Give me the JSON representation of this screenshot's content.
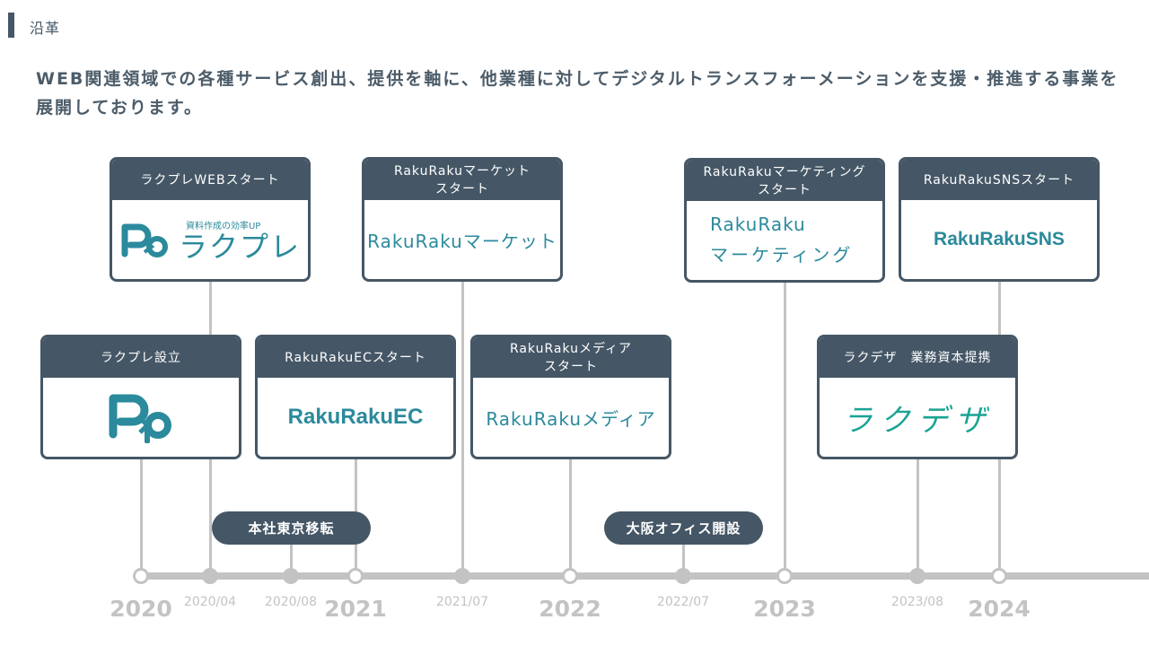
{
  "section": {
    "title": "沿革"
  },
  "lead": "WEB関連領域での各種サービス創出、提供を軸に、他業種に対してデジタルトランスフォーメーションを支援・推進する事業を展開しております。",
  "colors": {
    "primary": "#455766",
    "accent": "#2b8a9c",
    "timeline": "#c3c3c3",
    "rakudeza": "#1aa394"
  },
  "timeline": {
    "years": [
      "2020",
      "2021",
      "2022",
      "2023",
      "2024"
    ],
    "months": [
      "2020/04",
      "2020/08",
      "2021/07",
      "2022/07",
      "2023/08"
    ]
  },
  "events": {
    "raku_pre_founded": {
      "title": "ラクプレ設立",
      "logo": "Rp"
    },
    "raku_pre_web": {
      "title": "ラクプレWEBスタート",
      "logo_tag": "資料作成の効率UP",
      "logo_name": "ラクプレ",
      "logo_mark": "Rp"
    },
    "hq_tokyo": {
      "title": "本社東京移転"
    },
    "rakuraku_ec": {
      "title": "RakuRakuECスタート",
      "logo": "RakuRakuEC"
    },
    "rakuraku_market": {
      "title_line1": "RakuRakuマーケット",
      "title_line2": "スタート",
      "logo": "RakuRakuマーケット"
    },
    "rakuraku_media": {
      "title_line1": "RakuRakuメディア",
      "title_line2": "スタート",
      "logo": "RakuRakuメディア"
    },
    "osaka_office": {
      "title": "大阪オフィス開設"
    },
    "rakuraku_marketing": {
      "title_line1": "RakuRakuマーケティング",
      "title_line2": "スタート",
      "logo_line1": "RakuRaku",
      "logo_line2": "マーケティング"
    },
    "rakudeza": {
      "title": "ラクデザ　業務資本提携",
      "logo": "ラクデザ"
    },
    "rakuraku_sns": {
      "title": "RakuRakuSNSスタート",
      "logo": "RakuRakuSNS"
    }
  }
}
